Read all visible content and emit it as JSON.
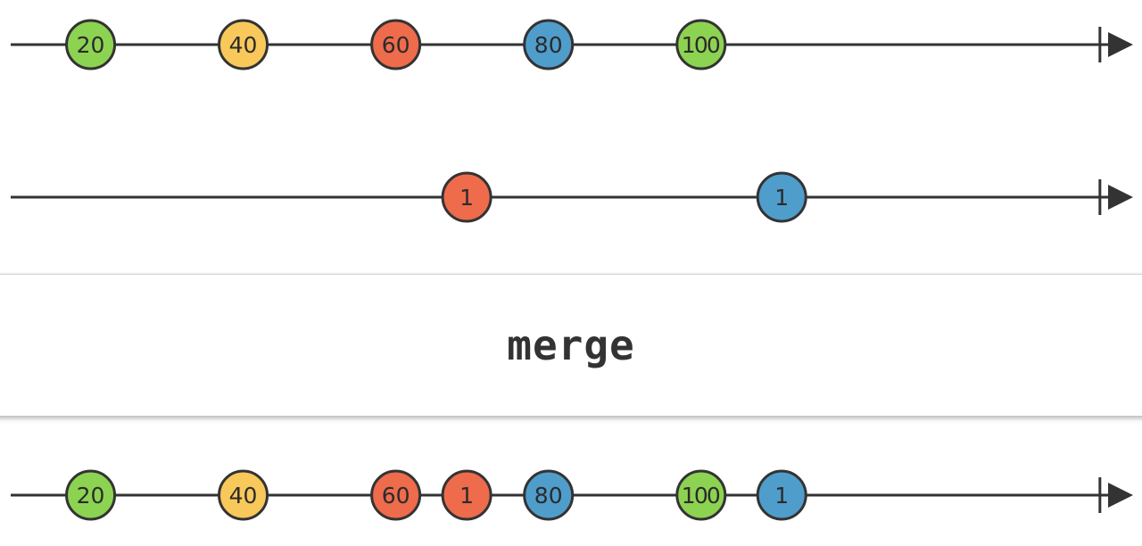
{
  "operator": {
    "label": "merge"
  },
  "colors": {
    "line": "#333333",
    "green": "#8dd352",
    "yellow": "#f8c85b",
    "red": "#ee6b4c",
    "blue": "#4f9dcb"
  },
  "timelines": [
    {
      "id": "input-1",
      "role": "input",
      "events": [
        {
          "label": "20",
          "t": 0.0712,
          "color": "green"
        },
        {
          "label": "40",
          "t": 0.2071,
          "color": "yellow"
        },
        {
          "label": "60",
          "t": 0.3431,
          "color": "red"
        },
        {
          "label": "80",
          "t": 0.4791,
          "color": "blue"
        },
        {
          "label": "100",
          "t": 0.6151,
          "color": "green"
        }
      ],
      "completion": 0.98
    },
    {
      "id": "input-2",
      "role": "input",
      "events": [
        {
          "label": "1",
          "t": 0.4063,
          "color": "red"
        },
        {
          "label": "1",
          "t": 0.687,
          "color": "blue"
        }
      ],
      "completion": 0.98
    },
    {
      "id": "output",
      "role": "output",
      "events": [
        {
          "label": "20",
          "t": 0.0712,
          "color": "green"
        },
        {
          "label": "40",
          "t": 0.2071,
          "color": "yellow"
        },
        {
          "label": "60",
          "t": 0.3431,
          "color": "red"
        },
        {
          "label": "1",
          "t": 0.4063,
          "color": "red"
        },
        {
          "label": "80",
          "t": 0.4791,
          "color": "blue"
        },
        {
          "label": "100",
          "t": 0.6151,
          "color": "green"
        },
        {
          "label": "1",
          "t": 0.687,
          "color": "blue"
        }
      ],
      "completion": 0.98
    }
  ]
}
